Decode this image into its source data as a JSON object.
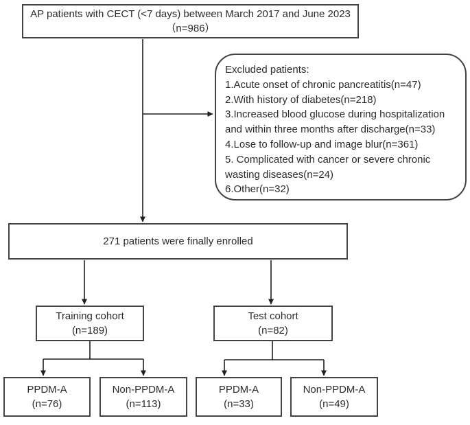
{
  "figure": {
    "type": "patient-enrollment-flowchart"
  },
  "top_box": {
    "line1": "AP patients with CECT (<7 days) between March 2017 and June 2023",
    "line2": "（n=986）"
  },
  "excluded_box": {
    "title": "Excluded patients:",
    "items": [
      "1.Acute onset of chronic pancreatitis(n=47)",
      "2.With history of diabetes(n=218)",
      "3.Increased blood glucose during hospitalization and within three months after discharge(n=33)",
      "4.Lose to follow-up and image blur(n=361)",
      "5. Complicated with cancer or severe chronic wasting diseases(n=24)",
      "6.Other(n=32)"
    ]
  },
  "enrolled_box": {
    "text": "271 patients were finally enrolled"
  },
  "training_box": {
    "label": "Training cohort",
    "count": "(n=189)"
  },
  "test_box": {
    "label": "Test cohort",
    "count": "(n=82)"
  },
  "outcome_boxes": [
    {
      "label": "PPDM-A",
      "count": "(n=76)"
    },
    {
      "label": "Non-PPDM-A",
      "count": "(n=113)"
    },
    {
      "label": "PPDM-A",
      "count": "(n=33)"
    },
    {
      "label": "Non-PPDM-A",
      "count": "(n=49)"
    }
  ],
  "colors": {
    "background": "#ffffff",
    "box_border": "#424242",
    "arrow_line": "#1f1f1f",
    "text": "#2b2b2b"
  }
}
